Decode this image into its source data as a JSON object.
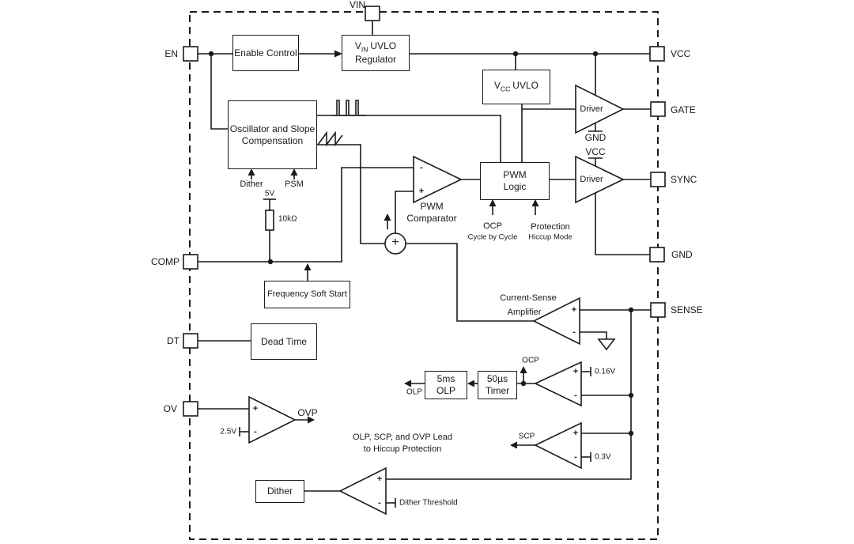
{
  "diagram": {
    "pins": {
      "vin": "VIN",
      "en": "EN",
      "comp": "COMP",
      "dt": "DT",
      "ov": "OV",
      "vcc": "VCC",
      "gate": "GATE",
      "sync": "SYNC",
      "gnd": "GND",
      "sense": "SENSE"
    },
    "blocks": {
      "enable_control": "Enable Control",
      "vin_uvlo_v": "V",
      "vin_uvlo_sub": "IN",
      "vin_uvlo_rest": "UVLO",
      "vin_uvlo_line2": "Regulator",
      "vcc_uvlo_v": "V",
      "vcc_uvlo_sub": "CC",
      "vcc_uvlo_rest": "UVLO",
      "oscillator": "Oscillator and Slope Compensation",
      "pwm_logic_l1": "PWM",
      "pwm_logic_l2": "Logic",
      "frequency_soft_start": "Frequency Soft Start",
      "dead_time": "Dead Time",
      "olp_l1": "5ms",
      "olp_l2": "OLP",
      "timer_l1": "50µs",
      "timer_l2": "Timer",
      "dither": "Dither",
      "driver": "Driver"
    },
    "labels": {
      "pwm_comparator_l1": "PWM",
      "pwm_comparator_l2": "Comparator",
      "csa_l1": "Current-Sense",
      "csa_l2": "Amplifier",
      "dither_arrow": "Dither",
      "psm": "PSM",
      "v5": "5V",
      "r10k": "10kΩ",
      "ocp_cyc_l1": "OCP",
      "ocp_cyc_l2": "Cycle by Cycle",
      "prot_l1": "Protection",
      "prot_l2": "Hiccup Mode",
      "gnd_drv": "GND",
      "vcc_drv": "VCC",
      "ocp": "OCP",
      "olp": "OLP",
      "v016": "0.16V",
      "scp": "SCP",
      "v03": "0.3V",
      "v25": "2.5V",
      "ovp": "OVP",
      "dither_threshold": "Dither Threshold",
      "hiccup_l1": "OLP, SCP, and OVP Lead",
      "hiccup_l2": "to Hiccup Protection"
    },
    "symbols": {
      "plus": "+",
      "minus": "-"
    },
    "colors": {
      "line": "#1a1a1a",
      "background": "#ffffff"
    }
  }
}
